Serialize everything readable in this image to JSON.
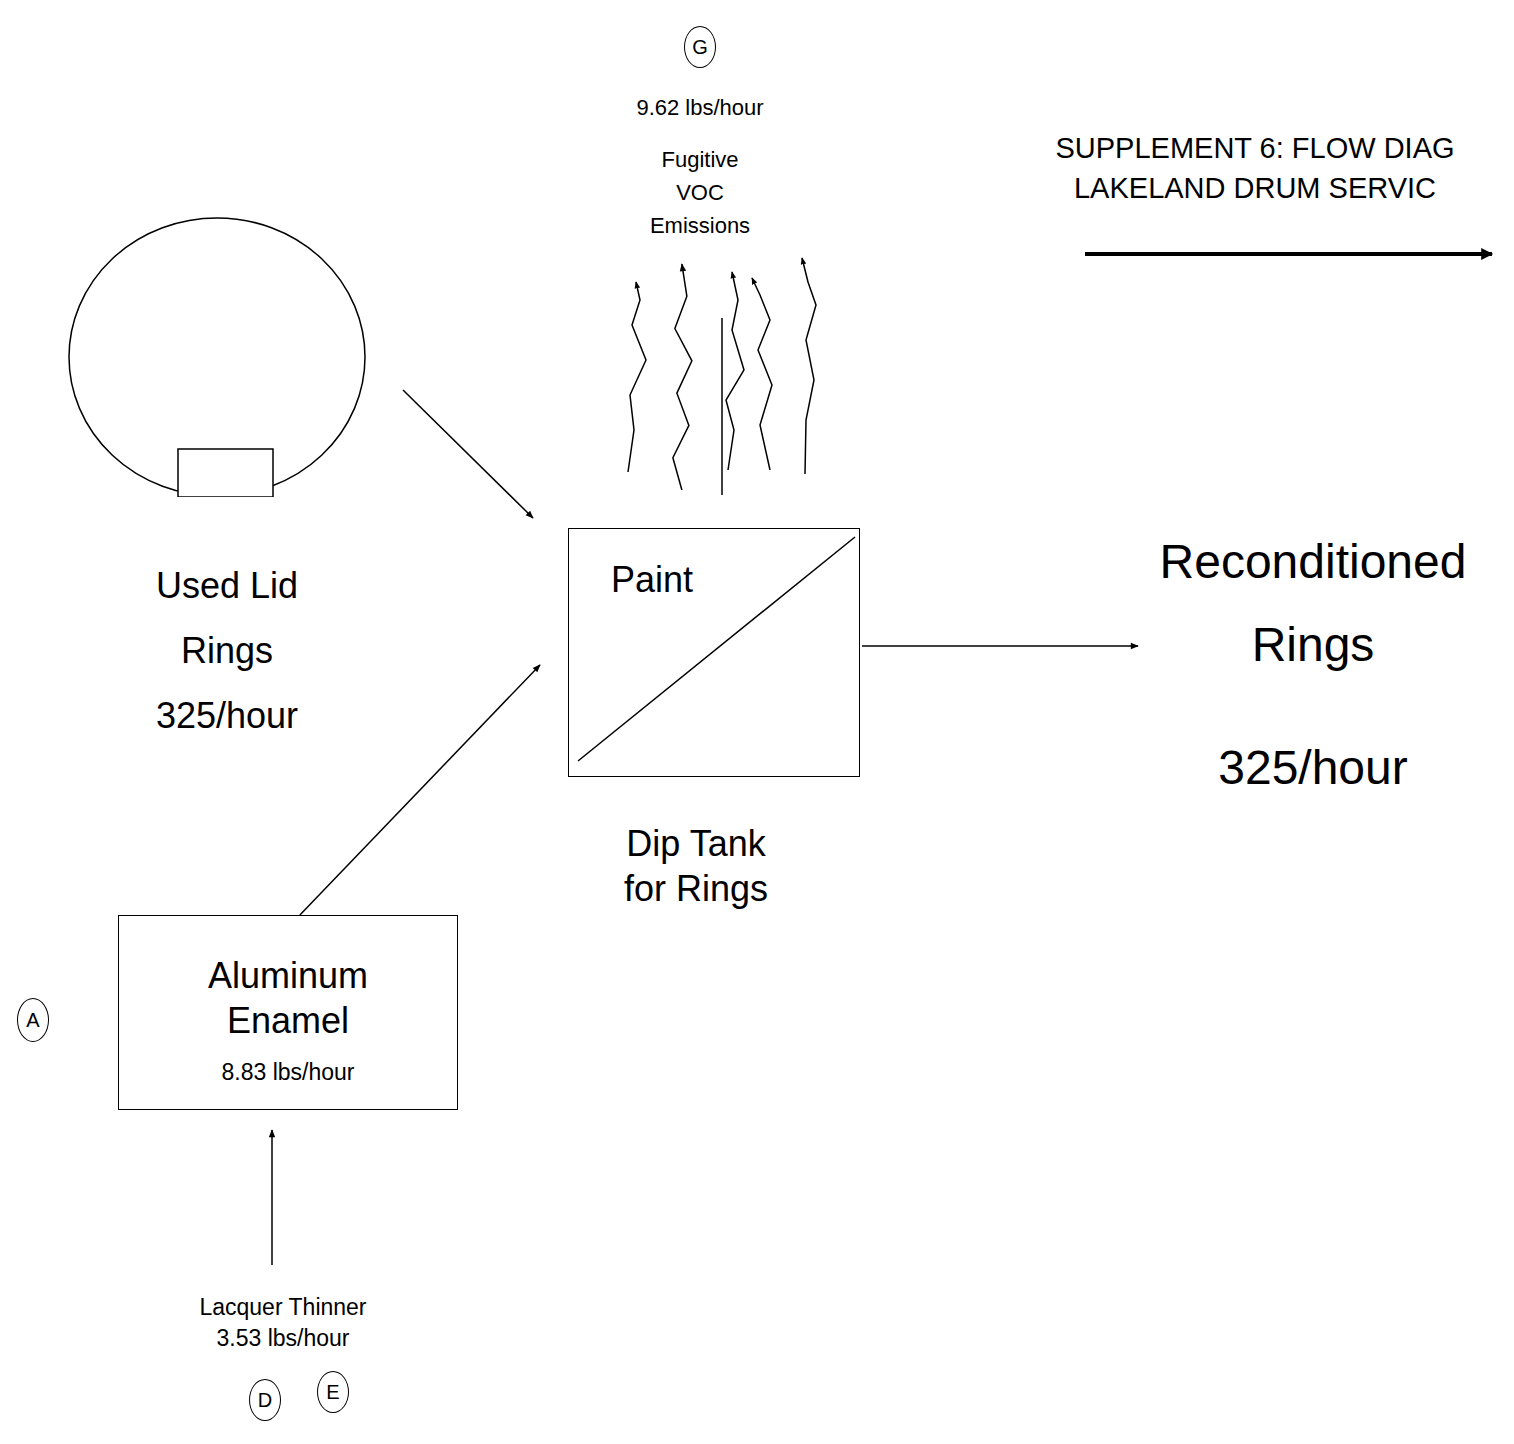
{
  "diagram": {
    "title": "SUPPLEMENT 6: FLOW DIAG LAKELAND DRUM SERVIC",
    "nodes": [
      {
        "text": [
          "Used Lid Rings",
          "325/hour"
        ]
      },
      {
        "text": [
          "Paint",
          "Dip Tank for Rings"
        ]
      },
      {
        "text": [
          "Aluminum Enamel",
          "8.83 lbs/hour"
        ]
      },
      {
        "text": [
          "Reconditioned Rings",
          "325/hour"
        ]
      },
      {
        "text": [
          "Lacquer Thinner",
          "3.53 lbs/hour"
        ]
      },
      {
        "text": [
          "9.62 lbs/hour",
          "Fugitive VOC Emissions"
        ]
      }
    ],
    "edges": [
      {
        "from": 0,
        "to": 1,
        "arrow": "to"
      },
      {
        "from": 2,
        "to": 1,
        "arrow": "to"
      },
      {
        "from": 1,
        "to": 3,
        "arrow": "to"
      },
      {
        "from": 4,
        "to": 2,
        "arrow": "to"
      },
      {
        "from": 1,
        "to": 5,
        "arrow": "to"
      }
    ],
    "labels": [
      "G",
      "A",
      "D",
      "E"
    ]
  }
}
